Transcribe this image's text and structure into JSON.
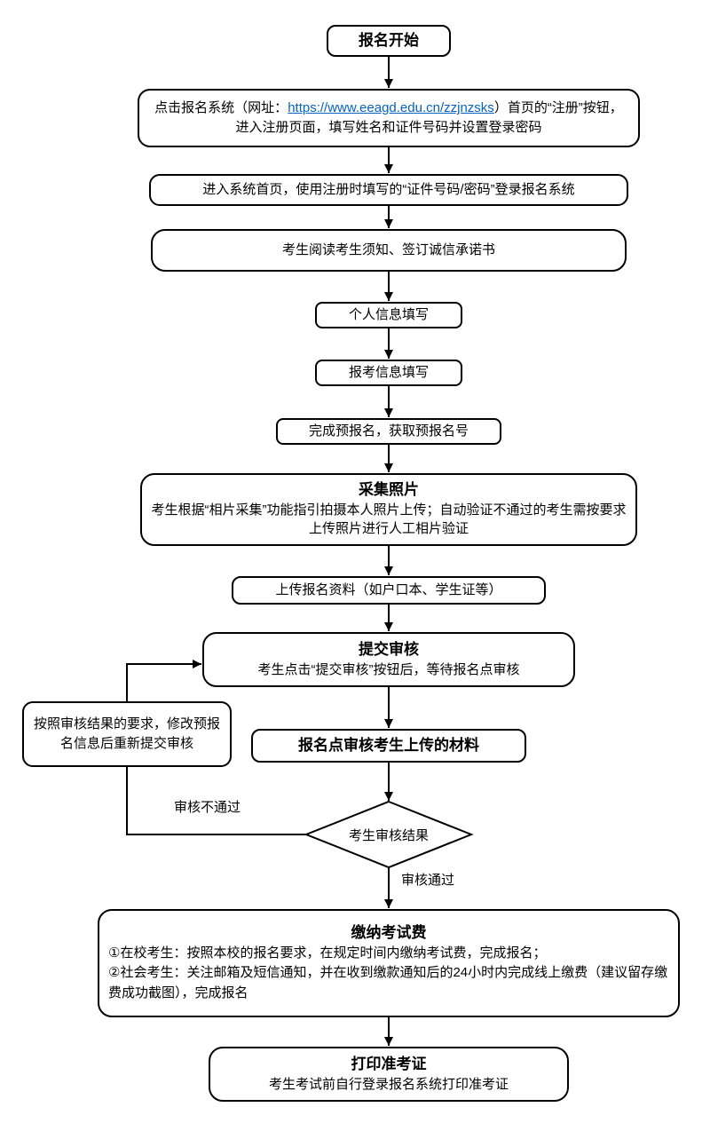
{
  "page": {
    "background": "#ffffff",
    "line_color": "#000000",
    "link_color": "#0563C1"
  },
  "nodes": {
    "start": {
      "label": "报名开始"
    },
    "register": {
      "text_before": "点击报名系统（网址：",
      "link": "https://www.eeagd.edu.cn/zzjnzsks",
      "text_after": "）首页的“注册”按钮，进入注册页面，填写姓名和证件号码并设置登录密码"
    },
    "login": {
      "label": "进入系统首页，使用注册时填写的“证件号码/密码”登录报名系统"
    },
    "read_notice": {
      "label": "考生阅读考生须知、签订诚信承诺书"
    },
    "personal_info": {
      "label": "个人信息填写"
    },
    "exam_info": {
      "label": "报考信息填写"
    },
    "pre_register": {
      "label": "完成预报名，获取预报名号"
    },
    "photo": {
      "title": "采集照片",
      "body": "考生根据“相片采集”功能指引拍摄本人照片上传；自动验证不通过的考生需按要求上传照片进行人工相片验证"
    },
    "upload_docs": {
      "label": "上传报名资料（如户口本、学生证等）"
    },
    "submit_review": {
      "title": "提交审核",
      "body": "考生点击“提交审核”按钮后，等待报名点审核"
    },
    "site_review": {
      "label": "报名点审核考生上传的材料"
    },
    "review_result": {
      "label": "考生审核结果"
    },
    "modify": {
      "label": "按照审核结果的要求，修改预报名信息后重新提交审核"
    },
    "pay": {
      "title": "缴纳考试费",
      "body": [
        "①在校考生：按照本校的报名要求，在规定时间内缴纳考试费，完成报名；",
        "②社会考生：关注邮箱及短信通知，并在收到缴款通知后的24小时内完成线上缴费（建议留存缴费成功截图），完成报名"
      ]
    },
    "print": {
      "title": "打印准考证",
      "body": "考生考试前自行登录报名系统打印准考证"
    }
  },
  "edges": {
    "fail_label": "审核不通过",
    "pass_label": "审核通过"
  }
}
